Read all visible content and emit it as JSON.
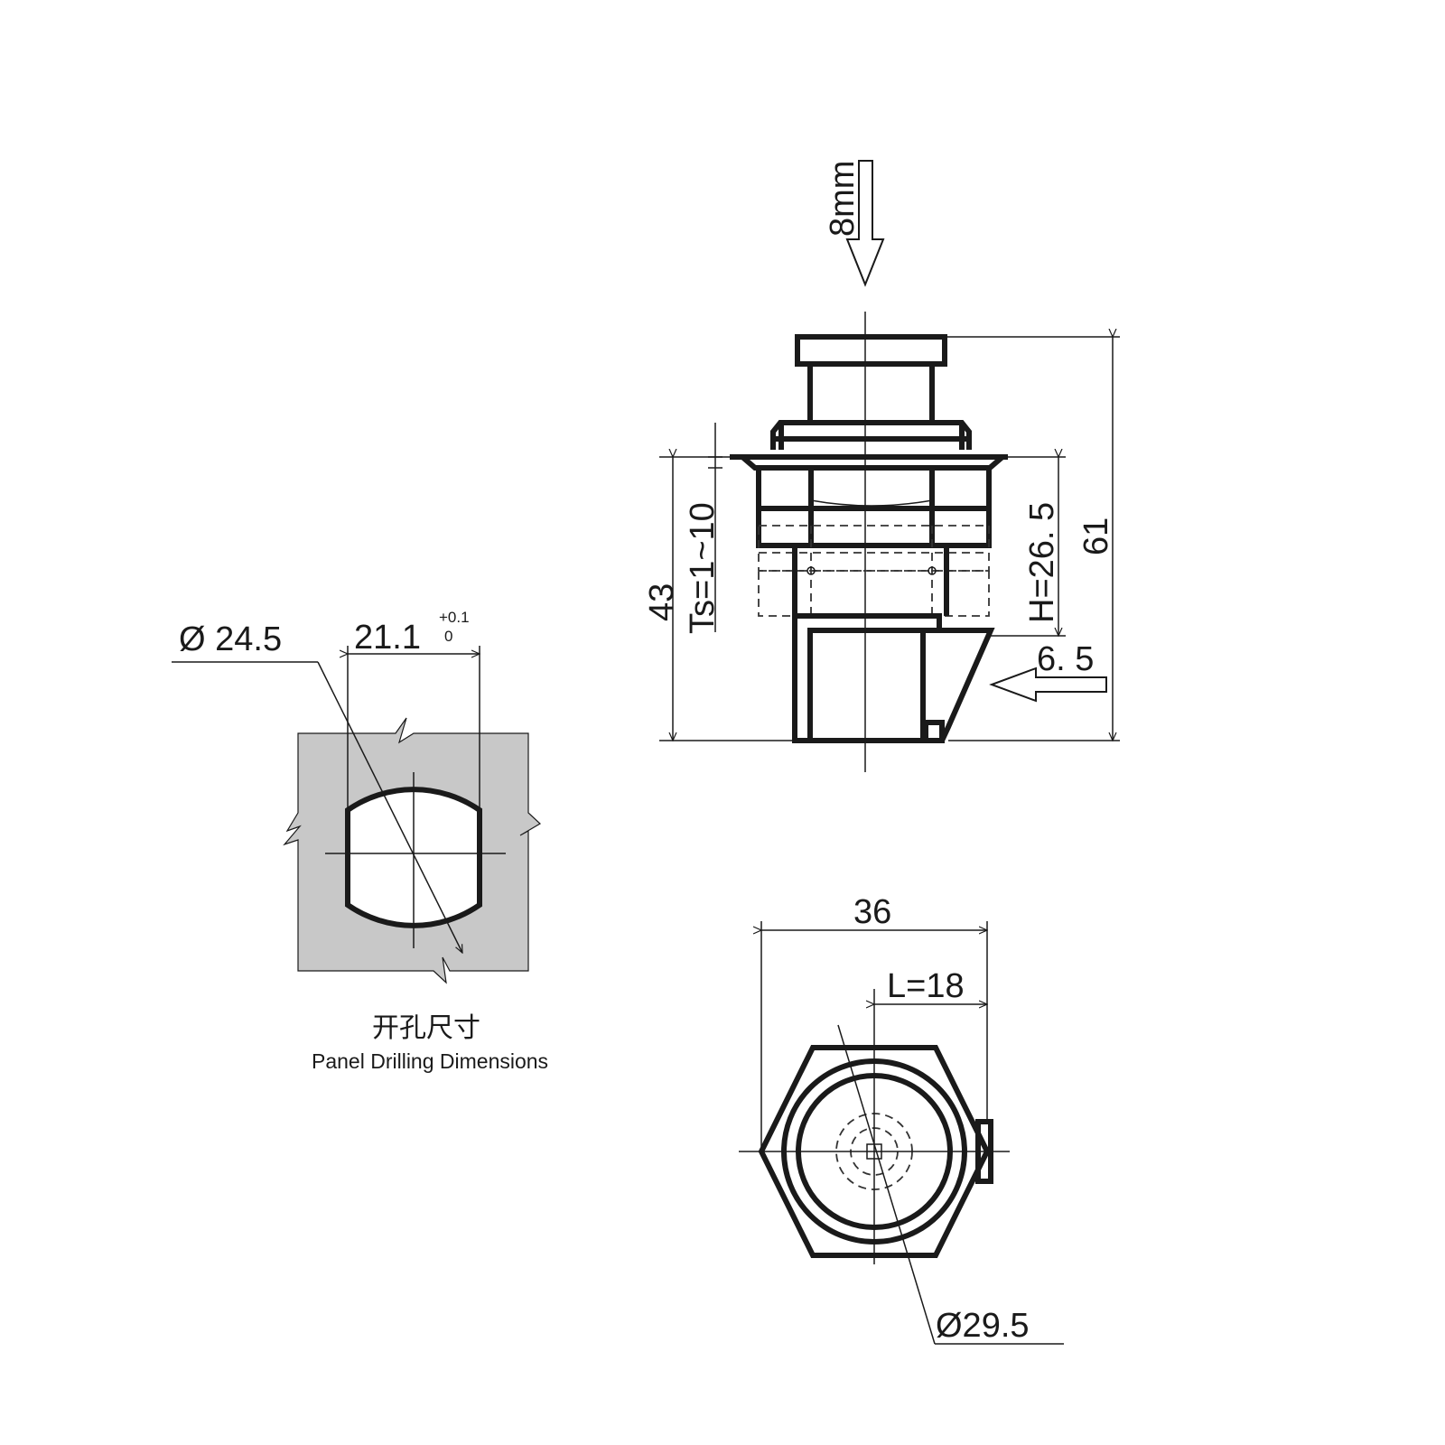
{
  "colors": {
    "line": "#1a1a1a",
    "panel_fill": "#c8c8c8",
    "background": "#ffffff"
  },
  "side_view": {
    "stroke_label": "8mm",
    "total_height": "61",
    "H_label": "H=26. 5",
    "height_43": "43",
    "Ts_label": "Ts=1~10",
    "latch_label": "6. 5"
  },
  "panel_drilling": {
    "diameter_label": "Ø 24.5",
    "width_label": "21.1",
    "tol_upper": "+0.1",
    "tol_lower": "0",
    "caption_cn": "开孔尺寸",
    "caption_en": "Panel Drilling Dimensions"
  },
  "bottom_view": {
    "width_label": "36",
    "L_label": "L=18",
    "diameter_label": "Ø29.5"
  }
}
